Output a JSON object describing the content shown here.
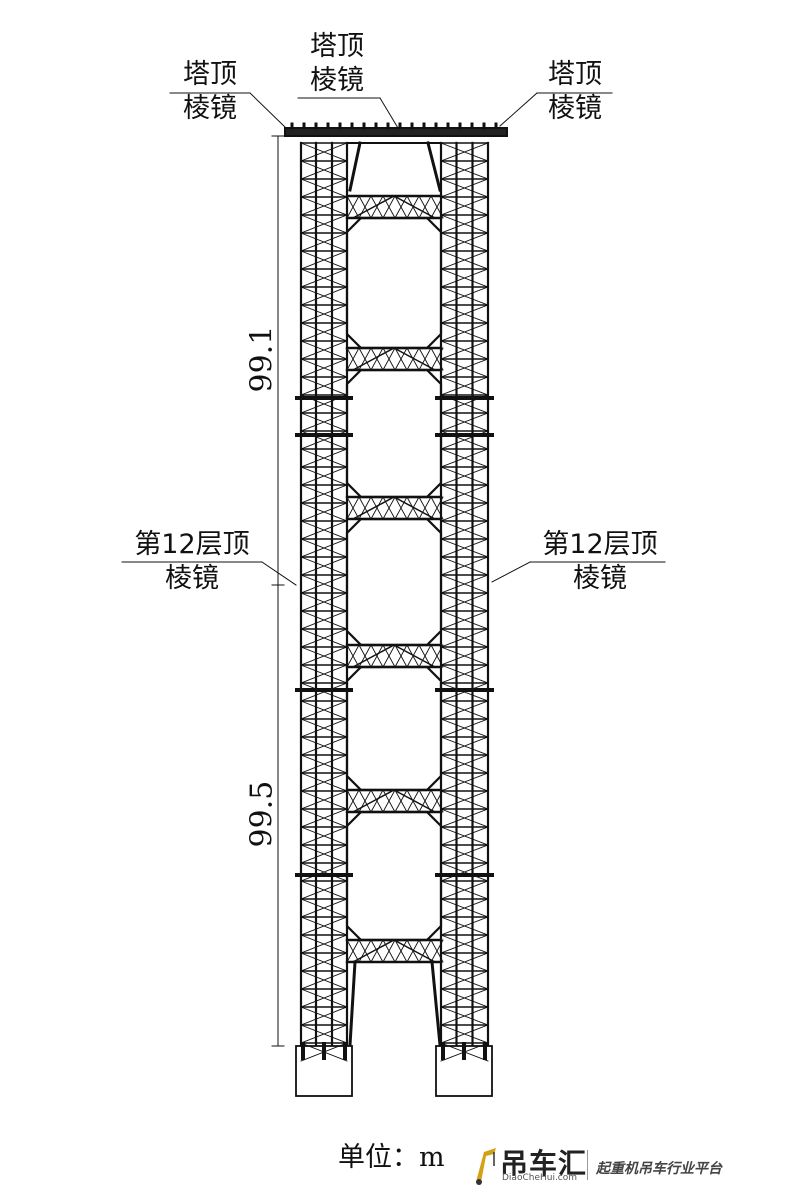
{
  "labels": {
    "top_left": [
      "塔顶",
      "棱镜"
    ],
    "top_center": [
      "塔顶",
      "棱镜"
    ],
    "top_right": [
      "塔顶",
      "棱镜"
    ],
    "mid_left": [
      "第12层顶",
      "棱镜"
    ],
    "mid_right": [
      "第12层顶",
      "棱镜"
    ]
  },
  "dimensions": {
    "upper": "99.1",
    "lower": "99.5"
  },
  "unit_label": "单位：m",
  "watermark": {
    "brand": "吊车汇",
    "url": "DiaoCheHui.com",
    "slogan": "起重机吊车行业平台",
    "icon": "crane-logo-icon"
  },
  "colors": {
    "line": "#111111",
    "logo_accent": "#d4a017"
  }
}
